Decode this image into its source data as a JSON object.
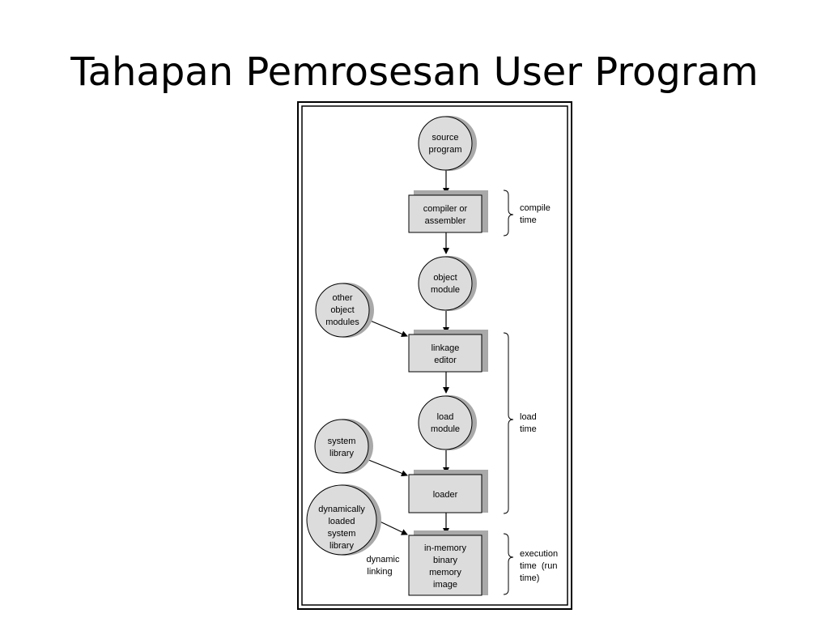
{
  "slide": {
    "title": "Tahapan Pemrosesan User Program"
  },
  "colors": {
    "node_fill": "#dcdcdc",
    "node_shadow": "#a9a9a9",
    "stroke": "#000000",
    "background": "#ffffff"
  },
  "diagram": {
    "nodes": {
      "source_program": [
        "source",
        "program"
      ],
      "compiler": [
        "compiler or",
        "assembler"
      ],
      "object_module": [
        "object",
        "module"
      ],
      "other_object_modules": [
        "other",
        "object",
        "modules"
      ],
      "linkage_editor": [
        "linkage",
        "editor"
      ],
      "load_module": [
        "load",
        "module"
      ],
      "system_library": [
        "system",
        "library"
      ],
      "loader": [
        "loader"
      ],
      "dynamic_library": [
        "dynamically",
        "loaded",
        "system",
        "library"
      ],
      "in_memory_image": [
        "in-memory",
        "binary",
        "memory",
        "image"
      ]
    },
    "labels": {
      "dynamic_linking": [
        "dynamic",
        "linking"
      ],
      "compile_time": [
        "compile",
        "time"
      ],
      "load_time": [
        "load",
        "time"
      ],
      "execution_time": [
        "execution",
        "time  (run",
        "time)"
      ]
    }
  }
}
